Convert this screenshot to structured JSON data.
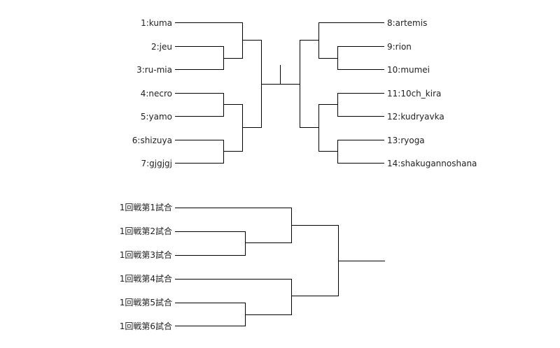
{
  "upper_bracket": {
    "left_players": [
      "1:kuma",
      "2:jeu",
      "3:ru-mia",
      "4:necro",
      "5:yamo",
      "6:shizuya",
      "7:gjgjgj"
    ],
    "right_players": [
      "8:artemis",
      "9:rion",
      "10:mumei",
      "11:10ch_kira",
      "12:kudryavka",
      "13:ryoga",
      "14:shakugannoshana"
    ]
  },
  "lower_bracket": {
    "matches": [
      "1回戦第1試合",
      "1回戦第2試合",
      "1回戦第3試合",
      "1回戦第4試合",
      "1回戦第5試合",
      "1回戦第6試合"
    ]
  }
}
